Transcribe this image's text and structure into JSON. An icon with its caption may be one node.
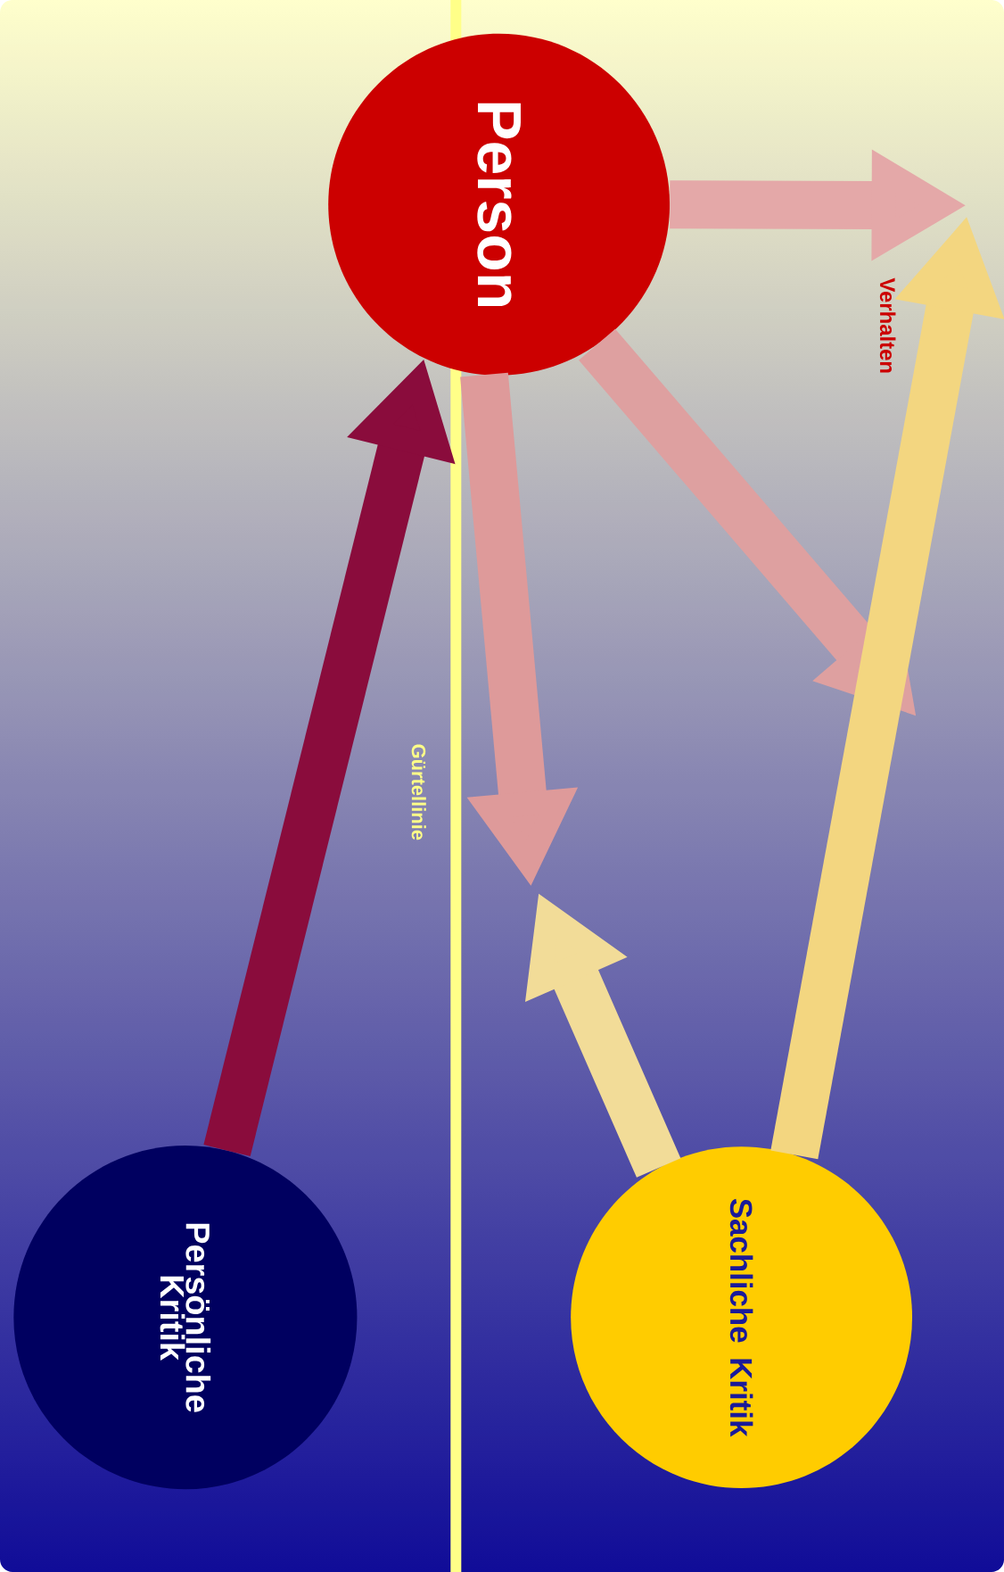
{
  "diagram": {
    "nodes": [
      {
        "text": [
          "Person"
        ]
      },
      {
        "text": [
          "Persönliche Kritik"
        ]
      },
      {
        "text": [
          "Sachliche Kritik"
        ]
      },
      {
        "text": [
          "Verhalten"
        ]
      }
    ],
    "edges": [
      {
        "from": 0,
        "to": 3,
        "arrow": "to"
      },
      {
        "from": 0,
        "to": null,
        "arrow": "to"
      },
      {
        "from": 0,
        "to": null,
        "arrow": "to"
      },
      {
        "from": 1,
        "to": 0,
        "arrow": "to",
        "color": "#8a0c3c"
      },
      {
        "from": 2,
        "to": 3,
        "arrow": "to"
      },
      {
        "from": 2,
        "to": null,
        "arrow": "to"
      }
    ],
    "labels": [
      "Gürtellinie"
    ]
  }
}
